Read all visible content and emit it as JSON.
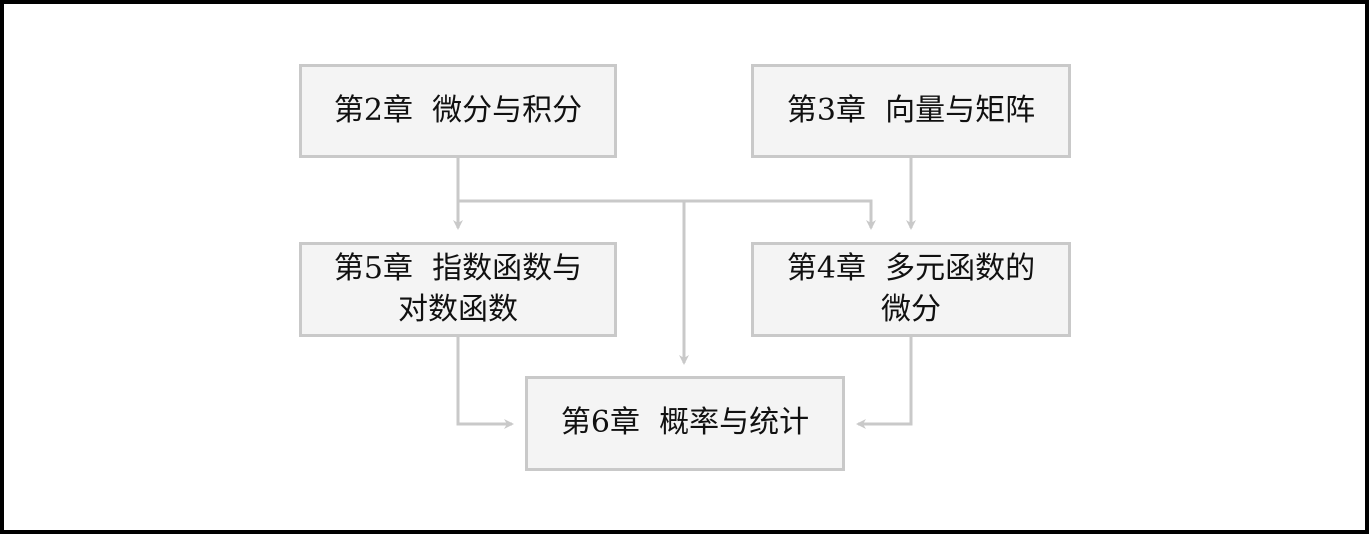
{
  "diagram": {
    "nodes": {
      "ch2": {
        "line1": "第2章  微分与积分",
        "line2": ""
      },
      "ch3": {
        "line1": "第3章  向量与矩阵",
        "line2": ""
      },
      "ch5": {
        "line1": "第5章  指数函数与",
        "line2": "对数函数"
      },
      "ch4": {
        "line1": "第4章  多元函数的",
        "line2": "微分"
      },
      "ch6": {
        "line1": "第6章  概率与统计",
        "line2": ""
      }
    },
    "edges": [
      {
        "from": "ch2",
        "to": "ch5"
      },
      {
        "from": "ch2",
        "to": "ch4"
      },
      {
        "from": "ch2",
        "to": "ch6"
      },
      {
        "from": "ch3",
        "to": "ch4"
      },
      {
        "from": "ch5",
        "to": "ch6"
      },
      {
        "from": "ch4",
        "to": "ch6"
      }
    ],
    "colors": {
      "node_fill": "#f4f4f4",
      "node_border": "#c9c9c9",
      "connector": "#c9c9c9",
      "frame": "#000000",
      "text": "#111111"
    }
  }
}
